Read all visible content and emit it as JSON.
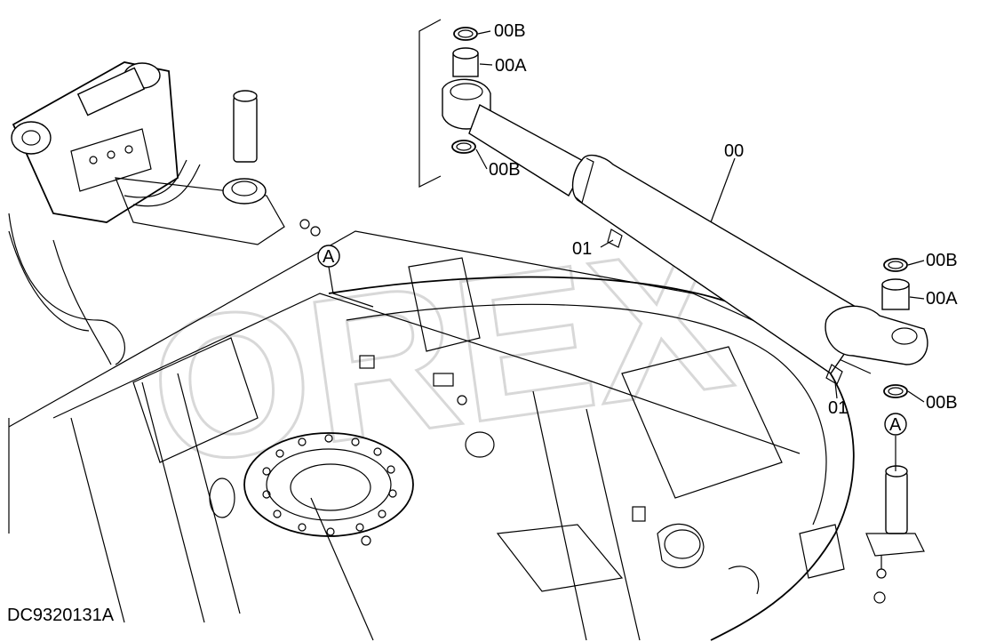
{
  "drawing": {
    "doc_id": "DC9320131A",
    "watermark": "OREX",
    "callouts": {
      "main_cylinder": "00",
      "top_seal": "00B",
      "top_bushing": "00A",
      "top_lower_seal": "00B",
      "fitting_left": "01",
      "right_seal_top": "00B",
      "right_bushing": "00A",
      "right_seal_bottom": "00B",
      "fitting_right": "01"
    },
    "references": {
      "left_ref": "A",
      "right_ref": "A"
    }
  }
}
